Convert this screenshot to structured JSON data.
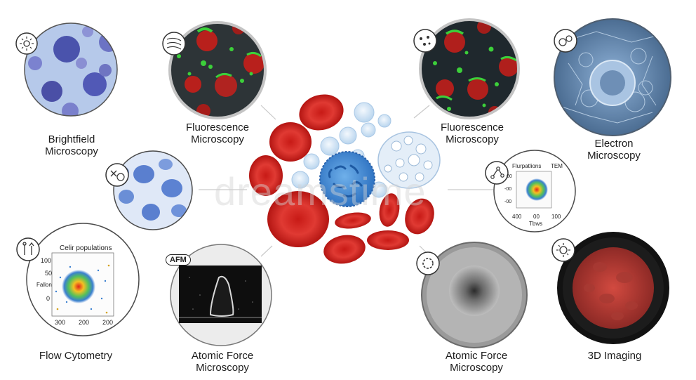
{
  "watermark": "dreamstime",
  "panels": {
    "brightfield": {
      "line1": "Brightfield",
      "line2": "Microscopy"
    },
    "fluorescence_left": {
      "line1": "Fluorescence",
      "line2": "Microscopy"
    },
    "fluorescence_right": {
      "line1": "Fluorescence",
      "line2": "Microscopy"
    },
    "electron": {
      "line1": "Electron",
      "line2": "Microscopy"
    },
    "flow_cytometry": {
      "line1": "Flow Cytometry",
      "chart_title": "Celir populations",
      "ylabel": "Fallon",
      "yticks": [
        "100",
        "50",
        "0"
      ],
      "xticks": [
        "300",
        "200",
        "200"
      ]
    },
    "afm_left": {
      "line1": "Atomic Force",
      "line2": "Microscopy",
      "tag": "AFM"
    },
    "afm_right": {
      "line1": "Atomic Force",
      "line2": "Microscopy"
    },
    "imaging_3d": {
      "line1": "3D Imaging"
    },
    "tem_plot": {
      "title": "Flurpatlions",
      "tag": "TEM",
      "yticks": [
        "00",
        "-00",
        "-00"
      ],
      "xticks": [
        "400",
        "00",
        "100"
      ],
      "xlabel": "Tbws"
    }
  },
  "icons": [
    "sun-icon",
    "fibers-icon",
    "cell-dots-icon",
    "cells-icon",
    "cell-division-icon",
    "network-icon",
    "probe-icon",
    "ring-icon",
    "virus-icon"
  ],
  "colors": {
    "rbc": "#d42a26",
    "lymphocyte": "#3f86cf",
    "brightfield_bg": "#b6c9ea",
    "fluor_bg": "#2c3438",
    "green": "#3ccf3a",
    "dark_3d": "#151515"
  }
}
